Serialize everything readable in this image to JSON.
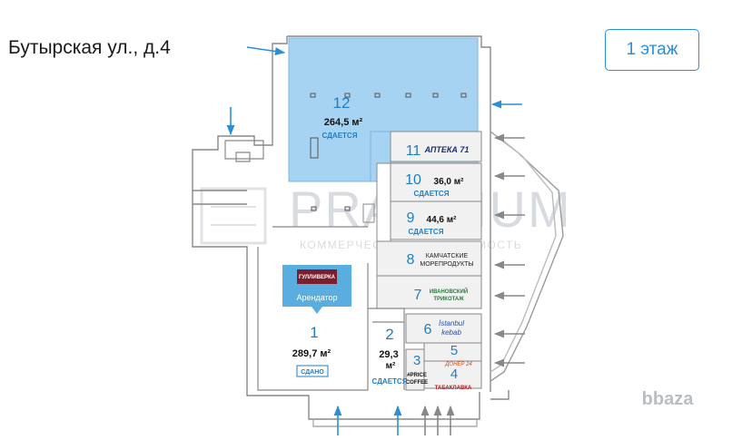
{
  "address": "Бутырская ул., д.4",
  "floor_label": "1 этаж",
  "watermark": {
    "brand": "PRAEDIUM",
    "tagline": "КОММЕРЧЕСКАЯ НЕДВИЖИМОСТЬ"
  },
  "corner_watermark": "bbaza",
  "units": [
    {
      "num": "12",
      "area": "264,5 м²",
      "status": "СДАЕТСЯ"
    },
    {
      "num": "11",
      "tenant": "АПТЕКА 71"
    },
    {
      "num": "10",
      "area": "36,0 м²",
      "status": "СДАЕТСЯ"
    },
    {
      "num": "9",
      "area": "44,6 м²",
      "status": "СДАЕТСЯ"
    },
    {
      "num": "8",
      "tenant_line1": "КАМЧАТСКИЕ",
      "tenant_line2": "МОРЕПРОДУКТЫ"
    },
    {
      "num": "7",
      "tenant_line1": "ИВАНОВСКИЙ",
      "tenant_line2": "ТРИКОТАЖ"
    },
    {
      "num": "6",
      "tenant_line1": "İstanbul",
      "tenant_line2": "kebab"
    },
    {
      "num": "5",
      "tenant": "ДОНЕР 24"
    },
    {
      "num": "4",
      "tenant": "ТАБАКЛАВКА"
    },
    {
      "num": "3",
      "tenant_line1": "#PRICE",
      "tenant_line2": "COFFEE"
    },
    {
      "num": "2",
      "area_line1": "29,3",
      "area_line2": "м²",
      "status": "СДАЕТСЯ"
    },
    {
      "num": "1",
      "area": "289,7 м²",
      "status": "СДАНО",
      "tenant_logo": "ГУЛЛИВЕРКА",
      "tenant_caption": "Арендатор"
    }
  ]
}
